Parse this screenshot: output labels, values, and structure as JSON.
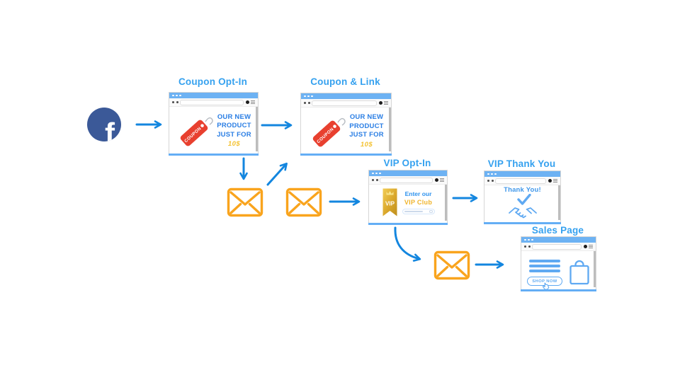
{
  "colors": {
    "heading_blue": "#35a1ef",
    "arrow_blue": "#1386df",
    "window_chrome_blue": "#6db2f3",
    "body_text_blue": "#2a7ee4",
    "accent_gold": "#f4c231",
    "envelope_orange": "#f9a41d",
    "coupon_red": "#e8402f",
    "facebook_navy": "#3b5998",
    "light_blue": "#5fa9f2"
  },
  "facebook": {
    "letter": "f"
  },
  "windows": {
    "coupon_opt_in": {
      "heading": "Coupon Opt-In",
      "tag_label": "COUPON",
      "lines": [
        "OUR NEW",
        "PRODUCT",
        "JUST FOR"
      ],
      "price": "10$"
    },
    "coupon_link": {
      "heading": "Coupon & Link",
      "tag_label": "COUPON",
      "lines": [
        "OUR NEW",
        "PRODUCT",
        "JUST FOR"
      ],
      "price": "10$"
    },
    "vip_opt_in": {
      "heading": "VIP Opt-In",
      "badge_label": "VIP",
      "line1": "Enter our",
      "line2": "VIP Club"
    },
    "vip_thank_you": {
      "heading": "VIP Thank You",
      "message": "Thank You!"
    },
    "sales_page": {
      "heading": "Sales Page",
      "button_label": "SHOP NOW"
    }
  }
}
